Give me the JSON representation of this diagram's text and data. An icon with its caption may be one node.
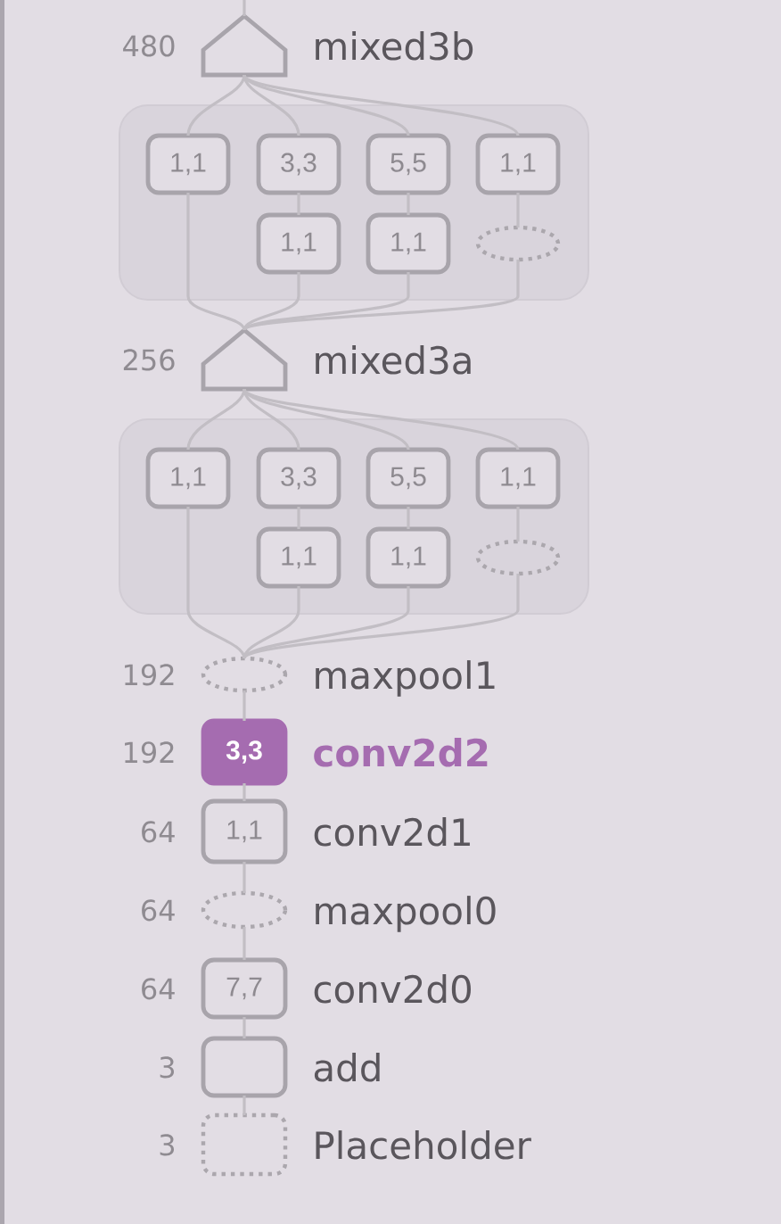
{
  "diagram": {
    "nodes": [
      {
        "text": [],
        "shape": "pentagon",
        "beside": [
          "480",
          "mixed3b"
        ]
      },
      {
        "text": [],
        "shape": "box"
      },
      {
        "text": [
          "1,1"
        ],
        "in": 1
      },
      {
        "text": [
          "3,3"
        ],
        "in": 1
      },
      {
        "text": [
          "5,5"
        ],
        "in": 1
      },
      {
        "text": [
          "1,1"
        ],
        "in": 1
      },
      {
        "text": [
          "1,1"
        ],
        "in": 1
      },
      {
        "text": [
          "1,1"
        ],
        "in": 1
      },
      {
        "text": [],
        "shape": "ellipse",
        "in": 1
      },
      {
        "text": [],
        "shape": "pentagon",
        "beside": [
          "256",
          "mixed3a"
        ]
      },
      {
        "text": [],
        "shape": "box"
      },
      {
        "text": [
          "1,1"
        ],
        "in": 10
      },
      {
        "text": [
          "3,3"
        ],
        "in": 10
      },
      {
        "text": [
          "5,5"
        ],
        "in": 10
      },
      {
        "text": [
          "1,1"
        ],
        "in": 10
      },
      {
        "text": [
          "1,1"
        ],
        "in": 10
      },
      {
        "text": [
          "1,1"
        ],
        "in": 10
      },
      {
        "text": [],
        "shape": "ellipse",
        "in": 10
      },
      {
        "text": [],
        "shape": "ellipse",
        "beside": [
          "192",
          "maxpool1"
        ]
      },
      {
        "text": [
          "3,3"
        ],
        "beside": [
          "192",
          "conv2d2"
        ]
      },
      {
        "text": [
          "1,1"
        ],
        "beside": [
          "64",
          "conv2d1"
        ]
      },
      {
        "text": [],
        "shape": "ellipse",
        "beside": [
          "64",
          "maxpool0"
        ]
      },
      {
        "text": [
          "7,7"
        ],
        "beside": [
          "64",
          "conv2d0"
        ]
      },
      {
        "text": [],
        "shape": "box",
        "beside": [
          "3",
          "add"
        ]
      },
      {
        "text": [],
        "shape": "box",
        "beside": [
          "3",
          "Placeholder"
        ]
      }
    ],
    "edges": [
      {
        "from": 0,
        "to": null,
        "arrow": "none"
      },
      {
        "from": 2,
        "to": 0,
        "arrow": "none"
      },
      {
        "from": 3,
        "to": 0,
        "arrow": "none"
      },
      {
        "from": 4,
        "to": 0,
        "arrow": "none"
      },
      {
        "from": 5,
        "to": 0,
        "arrow": "none"
      },
      {
        "from": 6,
        "to": 3,
        "arrow": "none"
      },
      {
        "from": 7,
        "to": 4,
        "arrow": "none"
      },
      {
        "from": 8,
        "to": 5,
        "arrow": "none"
      },
      {
        "from": 9,
        "to": 2,
        "arrow": "none"
      },
      {
        "from": 9,
        "to": 6,
        "arrow": "none"
      },
      {
        "from": 9,
        "to": 7,
        "arrow": "none"
      },
      {
        "from": 9,
        "to": 8,
        "arrow": "none"
      },
      {
        "from": 11,
        "to": 9,
        "arrow": "none"
      },
      {
        "from": 12,
        "to": 9,
        "arrow": "none"
      },
      {
        "from": 13,
        "to": 9,
        "arrow": "none"
      },
      {
        "from": 14,
        "to": 9,
        "arrow": "none"
      },
      {
        "from": 15,
        "to": 12,
        "arrow": "none"
      },
      {
        "from": 16,
        "to": 13,
        "arrow": "none"
      },
      {
        "from": 17,
        "to": 14,
        "arrow": "none"
      },
      {
        "from": 18,
        "to": 11,
        "arrow": "none"
      },
      {
        "from": 18,
        "to": 15,
        "arrow": "none"
      },
      {
        "from": 18,
        "to": 16,
        "arrow": "none"
      },
      {
        "from": 18,
        "to": 17,
        "arrow": "none"
      },
      {
        "from": 19,
        "to": 18,
        "arrow": "none"
      },
      {
        "from": 20,
        "to": 19,
        "arrow": "none"
      },
      {
        "from": 21,
        "to": 20,
        "arrow": "none"
      },
      {
        "from": 22,
        "to": 21,
        "arrow": "none"
      },
      {
        "from": 23,
        "to": 22,
        "arrow": "none"
      },
      {
        "from": 24,
        "to": 23,
        "arrow": "none"
      }
    ]
  }
}
